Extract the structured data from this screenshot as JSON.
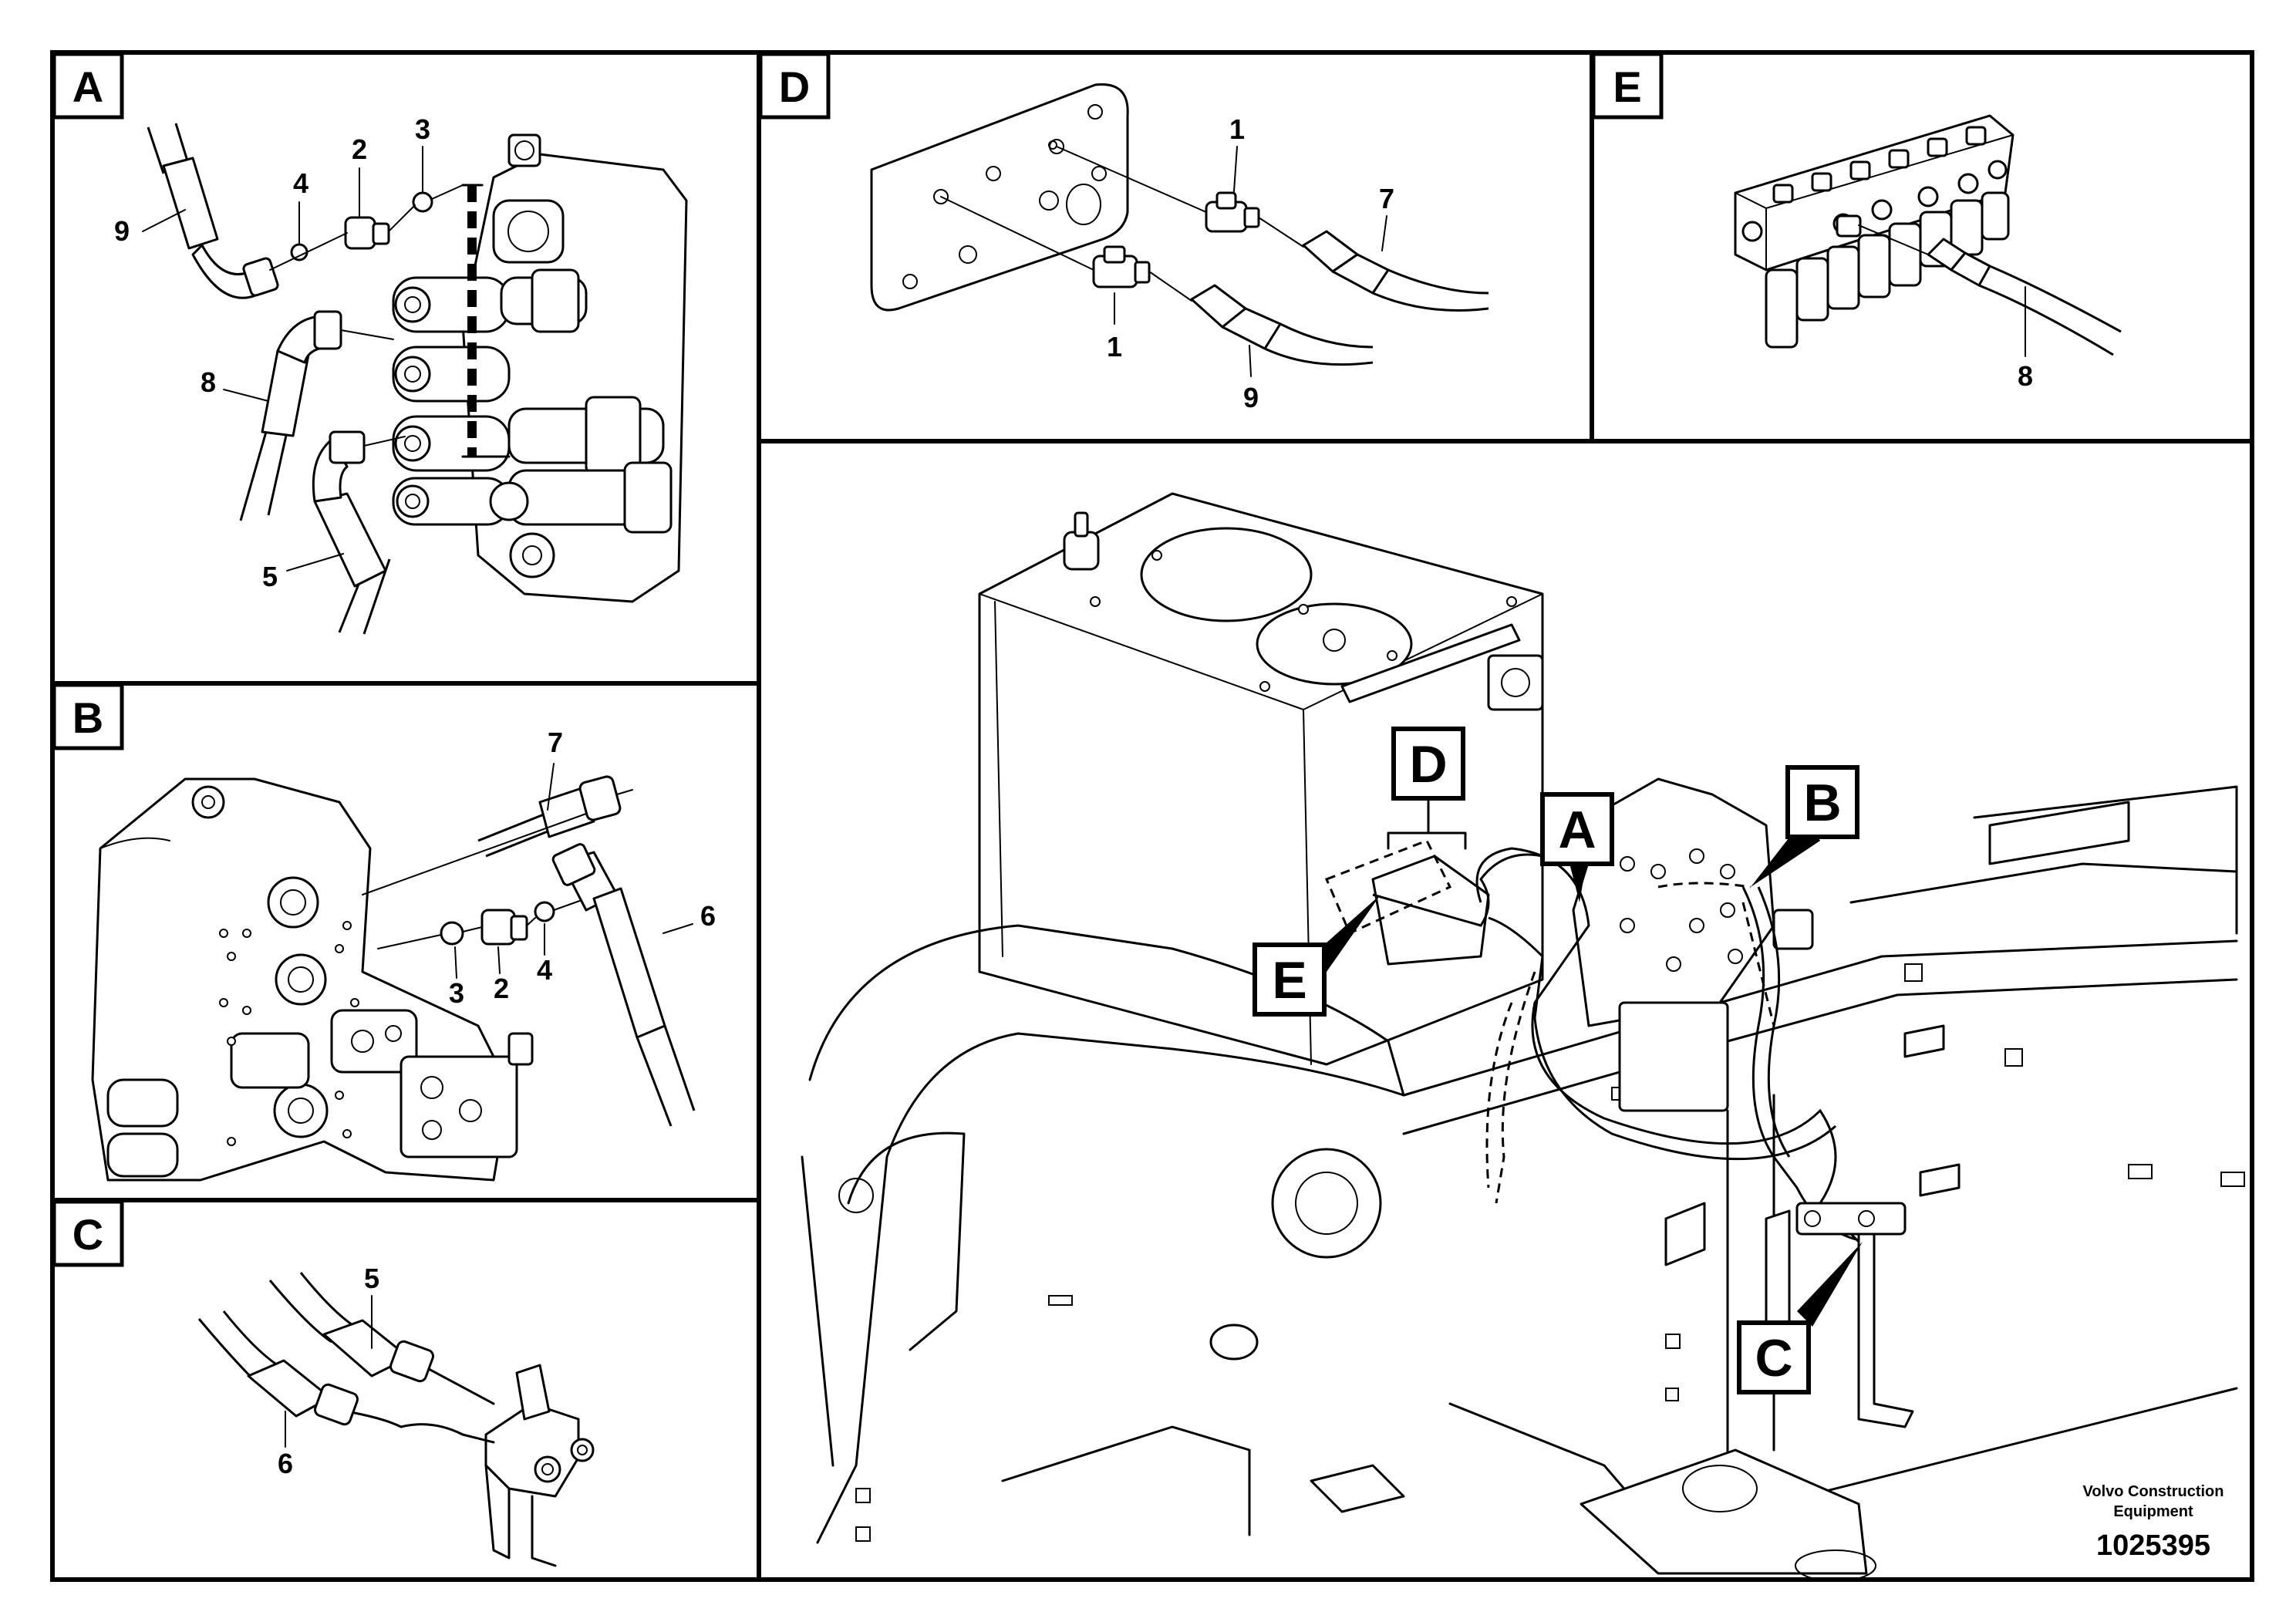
{
  "panels": {
    "a": {
      "letter": "A",
      "labels": {
        "l9": "9",
        "l4": "4",
        "l2": "2",
        "l3": "3",
        "l8": "8",
        "l5": "5"
      }
    },
    "b": {
      "letter": "B",
      "labels": {
        "l7": "7",
        "l3": "3",
        "l2": "2",
        "l4": "4",
        "l6": "6"
      }
    },
    "c": {
      "letter": "C",
      "labels": {
        "l5": "5",
        "l6": "6"
      }
    },
    "d": {
      "letter": "D",
      "labels": {
        "l1a": "1",
        "l7": "7",
        "l1b": "1",
        "l9": "9"
      }
    },
    "e": {
      "letter": "E",
      "labels": {
        "l8": "8"
      }
    }
  },
  "overview": {
    "callouts": {
      "d": "D",
      "a": "A",
      "b": "B",
      "e": "E",
      "c": "C"
    }
  },
  "footer": {
    "brand_line1": "Volvo Construction",
    "brand_line2": "Equipment",
    "drawing_number": "1025395"
  }
}
